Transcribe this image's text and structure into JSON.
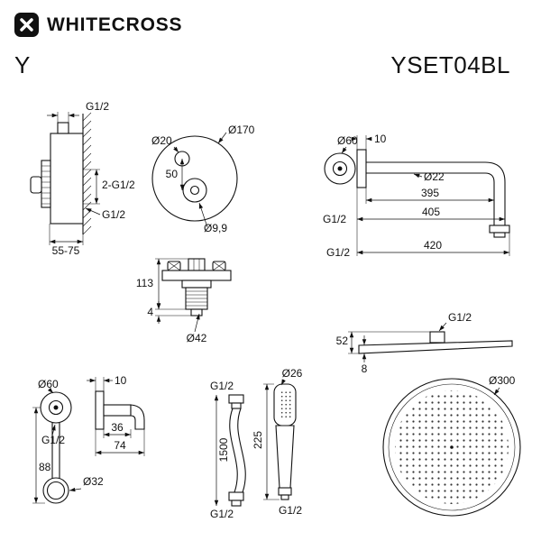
{
  "colors": {
    "ink": "#111111",
    "background": "#ffffff"
  },
  "header": {
    "brand": "WHITECROSS",
    "series": "Y",
    "model": "YSET04BL"
  },
  "mixer_valve": {
    "thread_top": "G1/2",
    "thread_ports": "2-G1/2",
    "thread_bottom": "G1/2",
    "depth_range": "55-75"
  },
  "trim_plate": {
    "outer_diameter": "Ø170",
    "hole_diameter": "Ø20",
    "hole_offset": "50",
    "pin_diameter": "Ø9,9"
  },
  "shower_arm": {
    "flange_diameter": "Ø60",
    "flange_depth": "10",
    "tube_diameter": "Ø22",
    "length_tube": "395",
    "length_mid": "405",
    "length_total": "420",
    "thread_wall": "G1/2",
    "thread_outlet": "G1/2"
  },
  "mixer_trim": {
    "height": "113",
    "plate_thickness": "4",
    "body_diameter": "Ø42"
  },
  "head_side": {
    "thread": "G1/2",
    "height": "52",
    "edge_thickness": "8"
  },
  "wall_outlet": {
    "flange_diameter": "Ø60",
    "plate_depth": "10",
    "thread": "G1/2",
    "holder_depth": "36",
    "total_depth": "74",
    "height": "88",
    "holder_diameter": "Ø32"
  },
  "hose": {
    "thread_top": "G1/2",
    "length": "1500",
    "thread_bottom": "G1/2"
  },
  "hand_shower": {
    "head_diameter": "Ø26",
    "length": "225",
    "thread": "G1/2"
  },
  "head_top": {
    "diameter": "Ø300"
  }
}
